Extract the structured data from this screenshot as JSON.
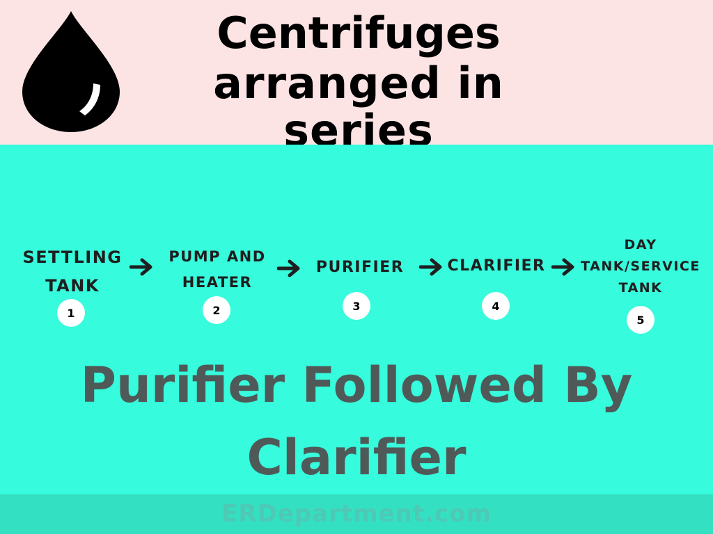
{
  "header": {
    "title_line1": "Centrifuges",
    "title_line2": "arranged in series",
    "icon": "oil-drop-icon",
    "background": "#fde4e4"
  },
  "process": {
    "steps": [
      {
        "label": "SETTLING TANK",
        "number": "1"
      },
      {
        "label": "PUMP AND HEATER",
        "number": "2"
      },
      {
        "label": "PURIFIER",
        "number": "3"
      },
      {
        "label": "CLARIFIER",
        "number": "4"
      },
      {
        "label": "DAY TANK/SERVICE TANK",
        "number": "5"
      }
    ],
    "arrow_icon": "arrow-right-icon",
    "background": "#36fbdc"
  },
  "subtitle": "Purifier Followed By Clarifier",
  "footer": {
    "text": "ERDepartment.com",
    "background": "#34e0c2"
  }
}
